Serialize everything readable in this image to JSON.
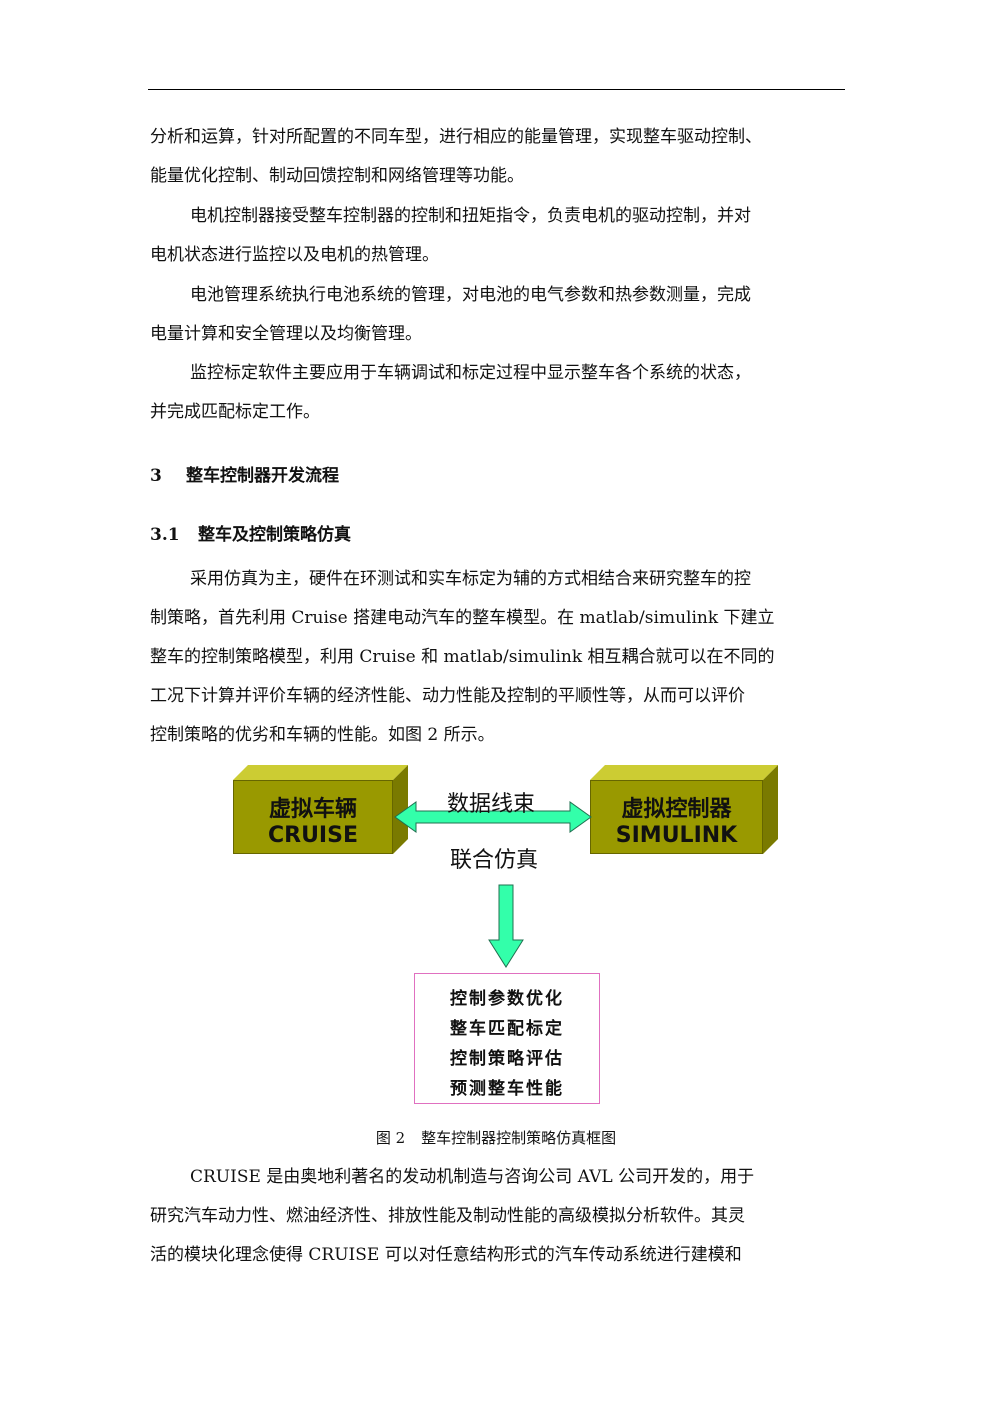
{
  "paragraphs": [
    {
      "lines": [
        "分析和运算，针对所配置的不同车型，进行相应的能量管理，实现整车驱动控制、",
        "能量优化控制、制动回馈控制和网络管理等功能。"
      ]
    },
    {
      "lines": [
        "电机控制器接受整车控制器的控制和扭矩指令，负责电机的驱动控制，并对",
        "电机状态进行监控以及电机的热管理。"
      ]
    },
    {
      "lines": [
        "电池管理系统执行电池系统的管理，对电池的电气参数和热参数测量，完成",
        "电量计算和安全管理以及均衡管理。"
      ]
    },
    {
      "lines": [
        "监控标定软件主要应用于车辆调试和标定过程中显示整车各个系统的状态，",
        "并完成匹配标定工作。"
      ]
    },
    {
      "lines": [
        "采用仿真为主，硬件在环测试和实车标定为辅的方式相结合来研究整车的控",
        "制策略，首先利用 Cruise 搭建电动汽车的整车模型。在 matlab/simulink 下建立",
        "整车的控制策略模型，利用 Cruise 和 matlab/simulink 相互耦合就可以在不同的",
        "工况下计算并评价车辆的经济性能、动力性能及控制的平顺性等，从而可以评价",
        "控制策略的优劣和车辆的性能。如图 2 所示。"
      ]
    },
    {
      "lines": [
        "CRUISE 是由奥地利著名的发动机制造与咨询公司 AVL 公司开发的，用于",
        "研究汽车动力性、燃油经济性、排放性能及制动性能的高级模拟分析软件。其灵",
        "活的模块化理念使得 CRUISE 可以对任意结构形式的汽车传动系统进行建模和"
      ]
    }
  ],
  "headings": {
    "h3": {
      "number": "3",
      "text": "整车控制器开发流程"
    },
    "h31": {
      "number": "3.1",
      "text": "整车及控制策略仿真"
    }
  },
  "figure": {
    "left_box": {
      "title": "虚拟车辆",
      "subtitle": "CRUISE"
    },
    "right_box": {
      "title": "虚拟控制器",
      "subtitle": "SIMULINK"
    },
    "link_top": "数据线束",
    "link_bottom": "联合仿真",
    "results": [
      "控制参数优化",
      "整车匹配标定",
      "控制策略评估",
      "预测整车性能"
    ],
    "colors": {
      "box_fill": "#999900",
      "arrow_fill": "#33ffaa",
      "result_border": "#e070c0"
    },
    "caption_number": "图 2",
    "caption_text": "整车控制器控制策略仿真框图"
  }
}
